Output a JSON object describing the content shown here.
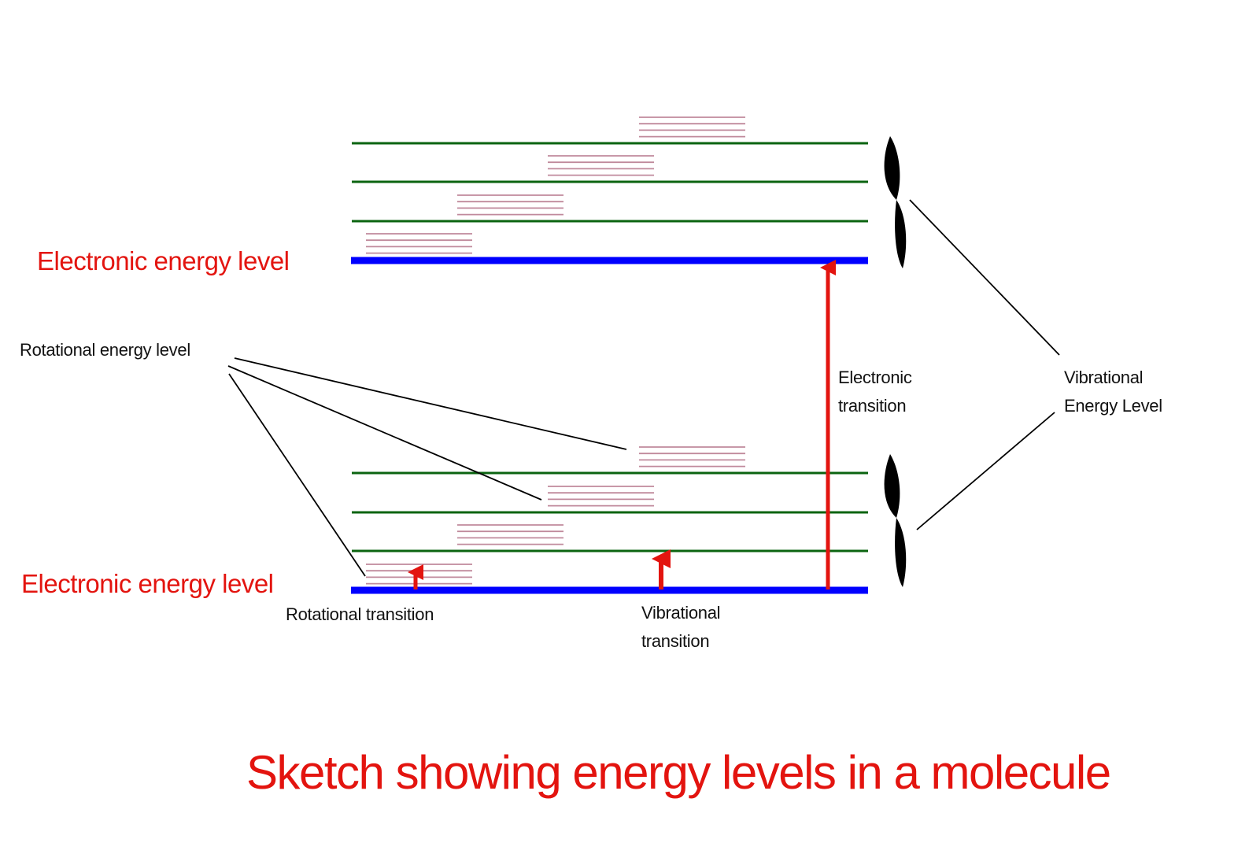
{
  "title": "Sketch showing energy levels in a molecule",
  "labels": {
    "upper_electronic": "Electronic energy level",
    "lower_electronic": "Electronic energy level",
    "rotational_energy_level": "Rotational energy level",
    "rotational_transition": "Rotational transition",
    "vibrational_transition_line1": "Vibrational",
    "vibrational_transition_line2": "transition",
    "electronic_transition_line1": "Electronic",
    "electronic_transition_line2": "transition",
    "vibrational_energy_level_line1": "Vibrational",
    "vibrational_energy_level_line2": "Energy Level"
  },
  "structure": {
    "electronic_levels": 2,
    "vibrational_levels_per_electronic": 3,
    "rotational_lines_per_block": 4,
    "transitions": [
      "rotational",
      "vibrational",
      "electronic"
    ]
  },
  "colors": {
    "electronic_level": "#0000ff",
    "vibrational_level": "#006400",
    "rotational_level": "#c08a9c",
    "arrow": "#e3140f",
    "label_red": "#e3140f",
    "label_black": "#111111"
  }
}
